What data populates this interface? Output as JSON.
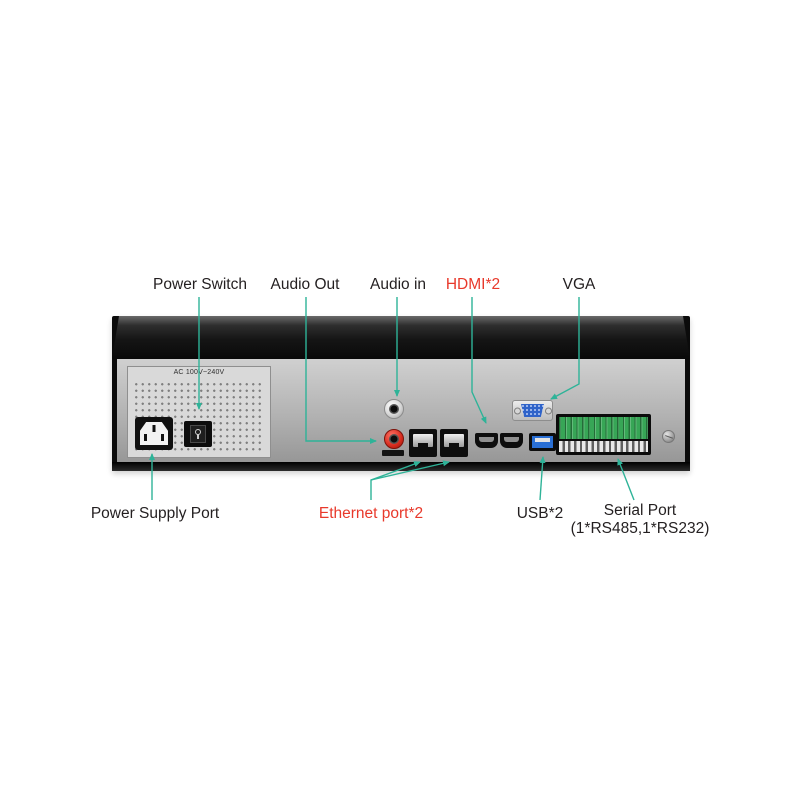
{
  "labels": {
    "power_switch": "Power Switch",
    "audio_out": "Audio Out",
    "audio_in": "Audio in",
    "hdmi": "HDMI*2",
    "vga": "VGA",
    "power_supply_port": "Power Supply Port",
    "ethernet": "Ethernet port*2",
    "usb": "USB*2",
    "serial_line1": "Serial Port",
    "serial_line2": "(1*RS485,1*RS232)"
  },
  "device": {
    "ac_label": "AC 100V~240V"
  },
  "colors": {
    "leader_line": "#2eb398",
    "highlight": "#e8392b",
    "label_text": "#231f20",
    "vga_blue": "#2f63c9",
    "usb_blue": "#2a6fd4",
    "terminal_green": "#37a656",
    "audio_out_red": "#d62b1e"
  }
}
